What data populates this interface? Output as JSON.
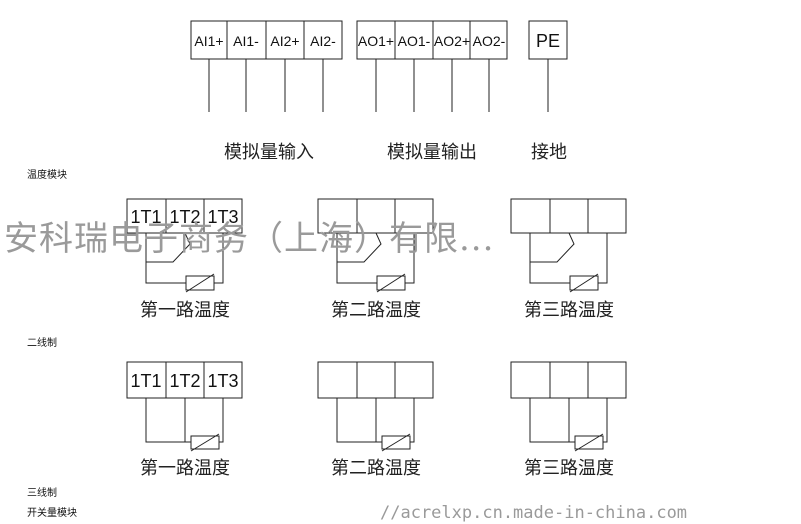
{
  "terminals": {
    "ai": [
      "AI1+",
      "AI1-",
      "AI2+",
      "AI2-"
    ],
    "ao": [
      "AO1+",
      "AO1-",
      "AO2+",
      "AO2-"
    ],
    "pe": [
      "PE"
    ]
  },
  "group_labels": {
    "analog_input": "模拟量输入",
    "analog_output": "模拟量输出",
    "ground": "接地"
  },
  "section_labels": {
    "temp_module": "温度模块",
    "two_wire": "二线制",
    "three_wire": "三线制",
    "switch_module": "开关量模块"
  },
  "temp_terminals": [
    "1T1",
    "1T2",
    "1T3"
  ],
  "channel_captions": [
    "第一路温度",
    "第二路温度",
    "第三路温度"
  ],
  "watermark": {
    "company": "安科瑞电子商务（上海）有限...",
    "url": "//acrelxp.cn.made-in-china.com"
  }
}
